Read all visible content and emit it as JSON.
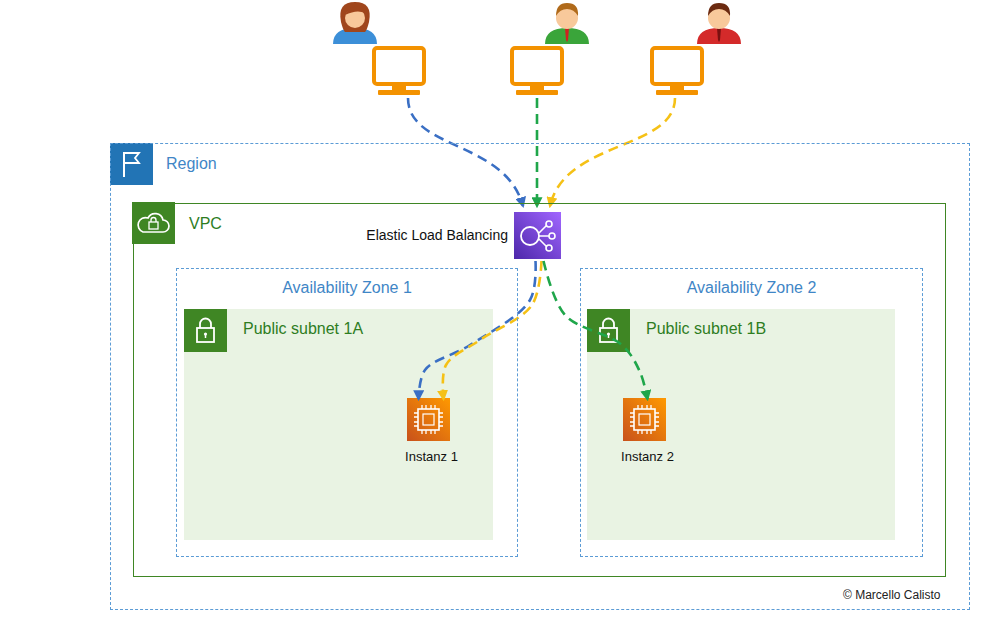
{
  "diagram": {
    "nodes": [
      {
        "text": [
          "Region"
        ]
      },
      {
        "text": [
          "VPC"
        ],
        "in": 0
      },
      {
        "text": [
          "Elastic Load Balancing"
        ],
        "in": 1
      },
      {
        "text": [
          "Availability Zone 1"
        ],
        "in": 1
      },
      {
        "text": [
          "Public subnet 1A"
        ],
        "in": 3
      },
      {
        "text": [
          "Instanz 1"
        ],
        "in": 4
      },
      {
        "text": [
          "Availability Zone 2"
        ],
        "in": 1
      },
      {
        "text": [
          "Public subnet 1B"
        ],
        "in": 6
      },
      {
        "text": [
          "Instanz 2"
        ],
        "in": 7
      }
    ],
    "edges": [
      {
        "from": 2,
        "to": 5,
        "arrow": "to"
      },
      {
        "from": 2,
        "to": 5,
        "arrow": "to"
      },
      {
        "from": 2,
        "to": 8,
        "arrow": "to"
      }
    ],
    "labels": [
      "© Marcello Calisto"
    ]
  }
}
